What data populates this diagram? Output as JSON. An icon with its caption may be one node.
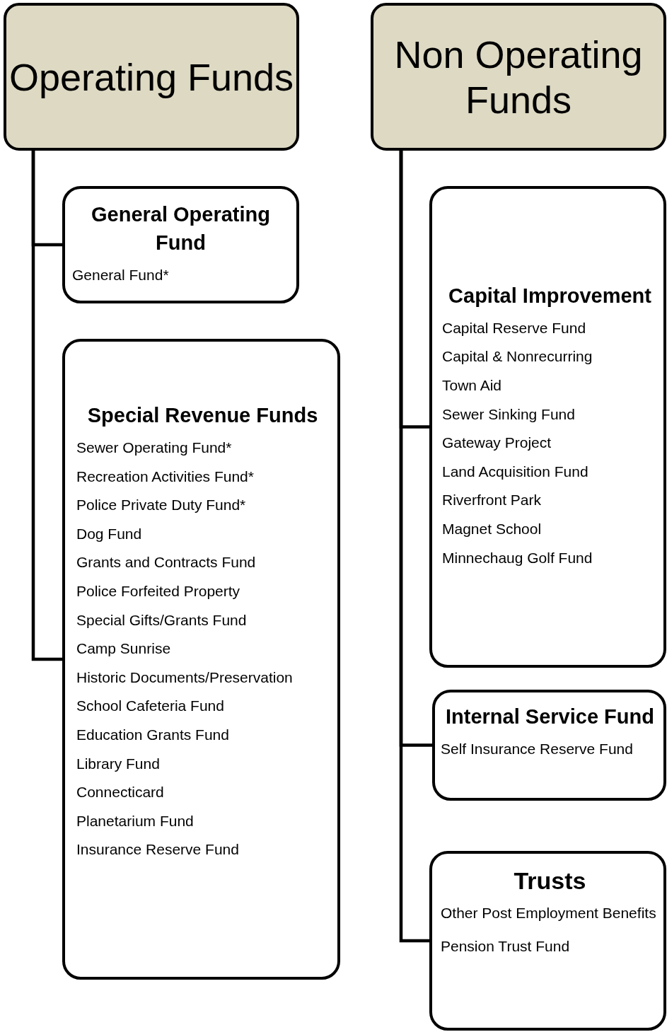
{
  "diagram": {
    "nodes": [
      {
        "text": [
          "Operating Funds"
        ]
      },
      {
        "text": [
          "General Operating Fund",
          "General Fund*"
        ]
      },
      {
        "text": [
          "Special Revenue Funds",
          "Sewer Operating Fund*",
          "Recreation Activities Fund*",
          "Police Private Duty Fund*",
          "Dog Fund",
          "Grants and Contracts Fund",
          "Police Forfeited Property",
          "Special Gifts/Grants Fund",
          "Camp Sunrise",
          "Historic Documents/Preservation",
          "School Cafeteria Fund",
          "Education Grants Fund",
          "Library Fund",
          "Connecticard",
          "Planetarium Fund",
          "Insurance Reserve Fund"
        ]
      },
      {
        "text": [
          "Non Operating Funds"
        ]
      },
      {
        "text": [
          "Capital Improvement",
          "Capital Reserve Fund",
          "Capital & Nonrecurring",
          "Town Aid",
          "Sewer Sinking Fund",
          "Gateway Project",
          "Land Acquisition Fund",
          "Riverfront Park",
          "Magnet School",
          "Minnechaug Golf Fund"
        ]
      },
      {
        "text": [
          "Internal Service Fund",
          "Self Insurance Reserve Fund"
        ]
      },
      {
        "text": [
          "Trusts",
          "Other Post Employment Benefits",
          "Pension Trust Fund"
        ]
      }
    ],
    "edges": [
      {
        "from": 0,
        "to": 1,
        "arrow": "none"
      },
      {
        "from": 0,
        "to": 2,
        "arrow": "none"
      },
      {
        "from": 3,
        "to": 4,
        "arrow": "none"
      },
      {
        "from": 3,
        "to": 5,
        "arrow": "none"
      },
      {
        "from": 3,
        "to": 6,
        "arrow": "none"
      }
    ]
  }
}
